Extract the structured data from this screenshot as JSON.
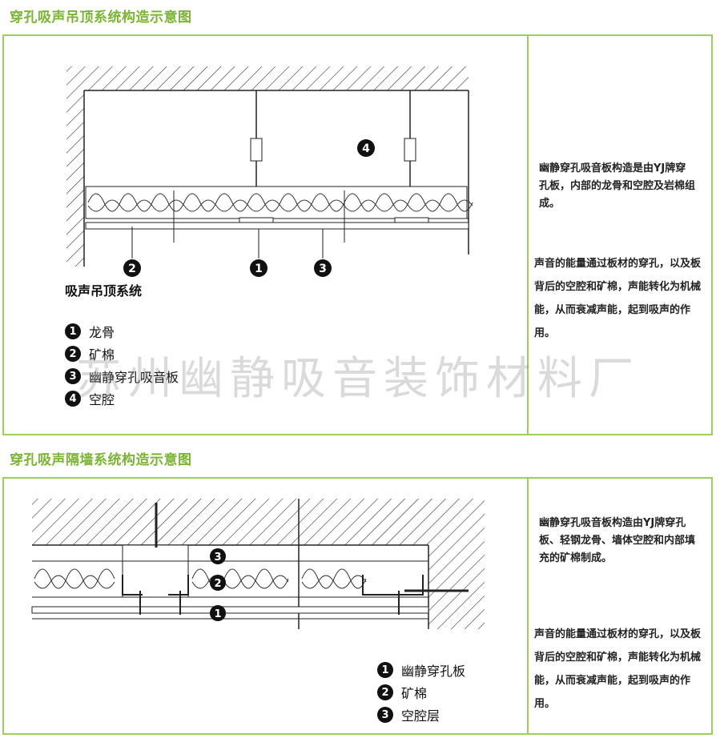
{
  "section1": {
    "title": "穿孔吸声吊顶系统构造示意图",
    "diagram_title": "吸声吊顶系统",
    "callouts": [
      "4",
      "2",
      "1",
      "3"
    ],
    "legend": [
      {
        "num": "1",
        "label": "龙骨"
      },
      {
        "num": "2",
        "label": "矿棉"
      },
      {
        "num": "3",
        "label": "幽静穿孔吸音板"
      },
      {
        "num": "4",
        "label": "空腔"
      }
    ],
    "desc1": "幽静穿孔吸音板构造是由YJ牌穿孔板，内部的龙骨和空腔及岩棉组成。",
    "desc2": "声音的能量通过板材的穿孔，以及板背后的空腔和矿棉，声能转化为机械能，从而衰减声能，起到吸声的作用。"
  },
  "watermark": "苏州幽静吸音装饰材料厂",
  "section2": {
    "title": "穿孔吸声隔墙系统构造示意图",
    "callouts": [
      "3",
      "2",
      "1"
    ],
    "legend": [
      {
        "num": "1",
        "label": "幽静穿孔板"
      },
      {
        "num": "2",
        "label": "矿棉"
      },
      {
        "num": "3",
        "label": "空腔层"
      }
    ],
    "desc1": "幽静穿孔吸音板构造由YJ牌穿孔板、轻钢龙骨、墙体空腔和内部填充的矿棉制成。",
    "desc2": "声音的能量通过板材的穿孔，以及板背后的空腔和矿棉，声能转化为机械能，从而衰减声能，起到吸声的作用。"
  }
}
